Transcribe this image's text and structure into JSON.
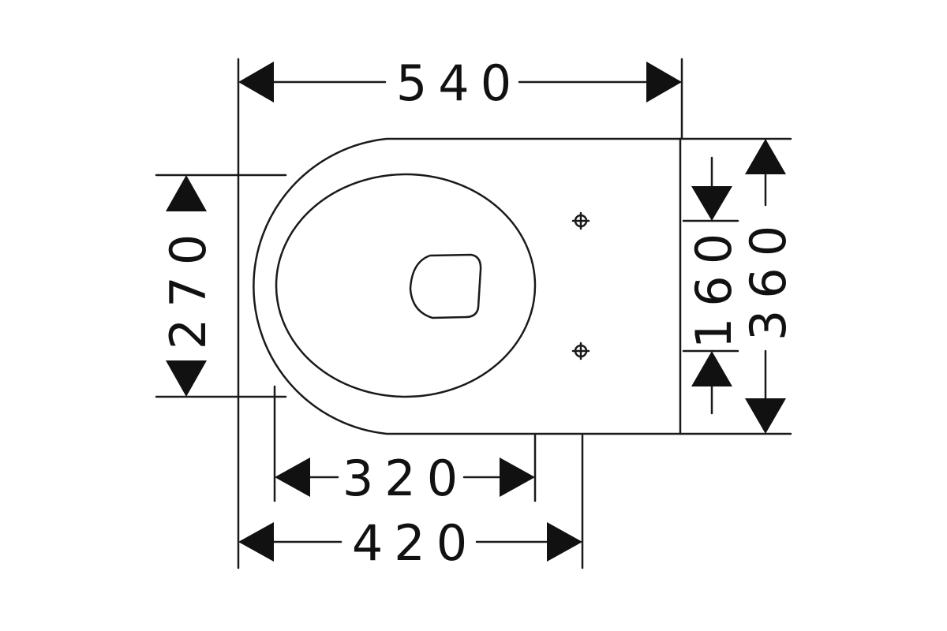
{
  "drawing": {
    "stroke_color": "#1a1a1a",
    "background": "#ffffff",
    "dimensions": {
      "overall_length": "540",
      "bowl_width": "270",
      "inner_length": "320",
      "front_to_holes": "420",
      "fixing_hole_spacing": "160",
      "overall_width": "360"
    }
  }
}
